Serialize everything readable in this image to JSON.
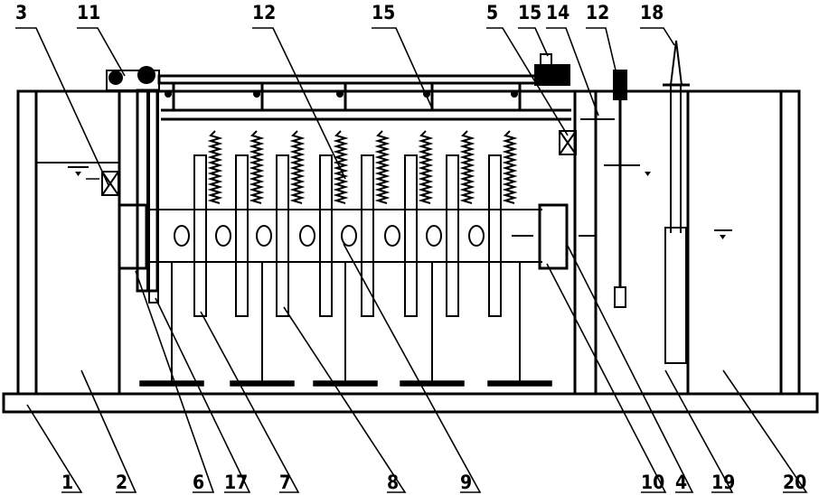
{
  "figure": {
    "top_labels": [
      "3",
      "11",
      "12",
      "15",
      "5",
      "15",
      "14",
      "12",
      "18"
    ],
    "bottom_labels": [
      "1",
      "2",
      "6",
      "17",
      "7",
      "8",
      "9",
      "10",
      "4",
      "19",
      "20"
    ]
  }
}
